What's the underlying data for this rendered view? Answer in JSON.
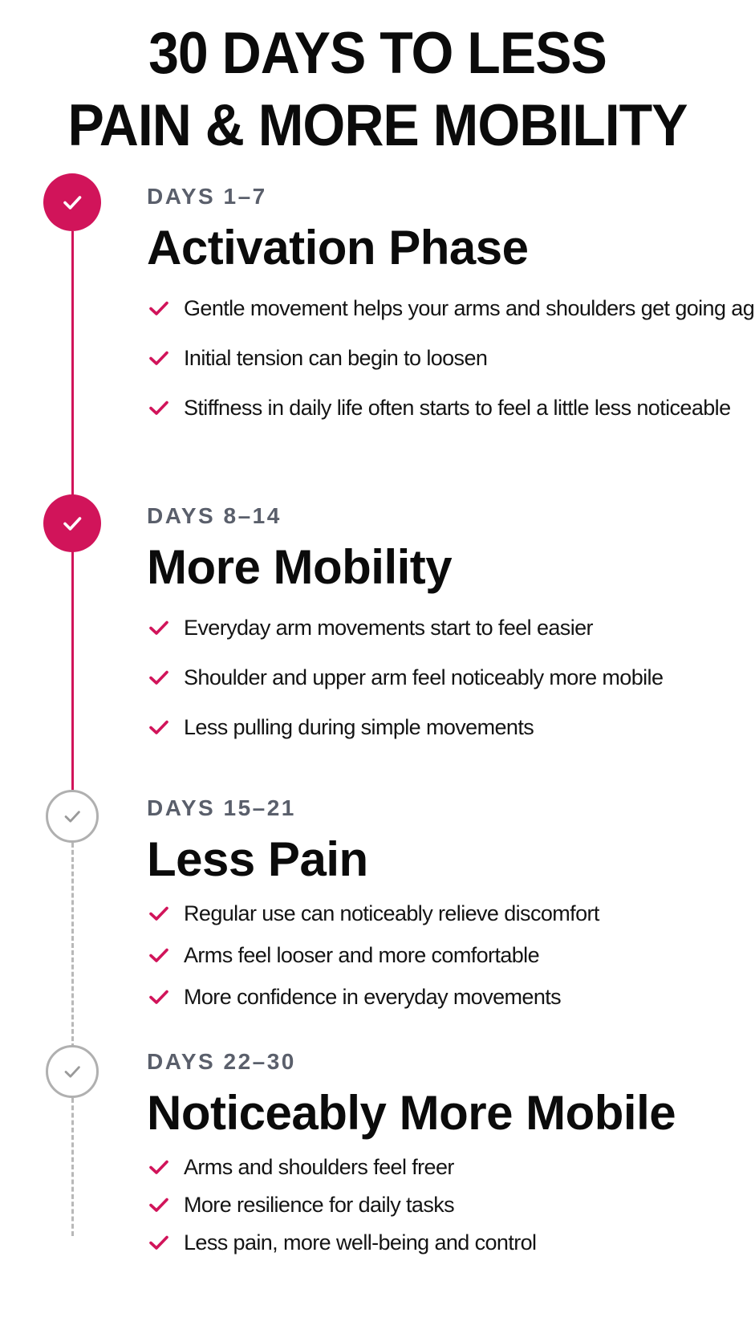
{
  "title": {
    "line1": "30 DAYS TO LESS",
    "line2": "PAIN & MORE MOBILITY"
  },
  "colors": {
    "accent": "#d1145a",
    "muted_gray": "#b0b0b0",
    "days_label": "#5a5f6b",
    "text": "#0b0b0b"
  },
  "phases": [
    {
      "days": "DAYS 1–7",
      "title": "Activation Phase",
      "status": "complete",
      "icon": "check-circle-filled-icon",
      "items": [
        "Gentle movement helps your arms and shoulders get going again",
        "Initial tension can begin to loosen",
        "Stiffness in daily life often starts to feel a little less noticeable"
      ]
    },
    {
      "days": "DAYS 8–14",
      "title": "More Mobility",
      "status": "complete",
      "icon": "check-circle-filled-icon",
      "items": [
        "Everyday arm movements start to feel easier",
        "Shoulder and upper arm feel noticeably more mobile",
        "Less pulling during simple movements"
      ]
    },
    {
      "days": "DAYS 15–21",
      "title": "Less Pain",
      "status": "upcoming",
      "icon": "check-circle-outline-icon",
      "items": [
        "Regular use can noticeably relieve discomfort",
        "Arms feel looser and more comfortable",
        "More confidence in everyday movements"
      ]
    },
    {
      "days": "DAYS 22–30",
      "title": "Noticeably More Mobile",
      "status": "upcoming",
      "icon": "check-circle-outline-icon",
      "items": [
        "Arms and shoulders feel freer",
        "More resilience for daily tasks",
        "Less pain, more well-being and control"
      ]
    }
  ]
}
